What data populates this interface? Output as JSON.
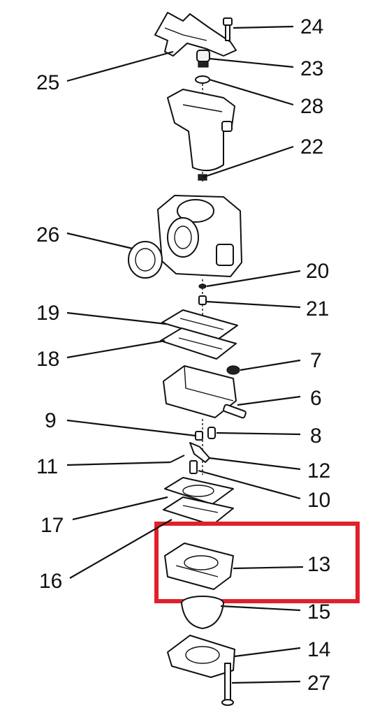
{
  "diagram": {
    "labels": {
      "p24": "24",
      "p23": "23",
      "p25": "25",
      "p28": "28",
      "p22": "22",
      "p26": "26",
      "p20": "20",
      "p21": "21",
      "p19": "19",
      "p18": "18",
      "p7": "7",
      "p6": "6",
      "p9": "9",
      "p8": "8",
      "p11": "11",
      "p12": "12",
      "p10": "10",
      "p17": "17",
      "p16": "16",
      "p13": "13",
      "p15": "15",
      "p14": "14",
      "p27": "27"
    },
    "highlight_color": "#e0202a"
  }
}
